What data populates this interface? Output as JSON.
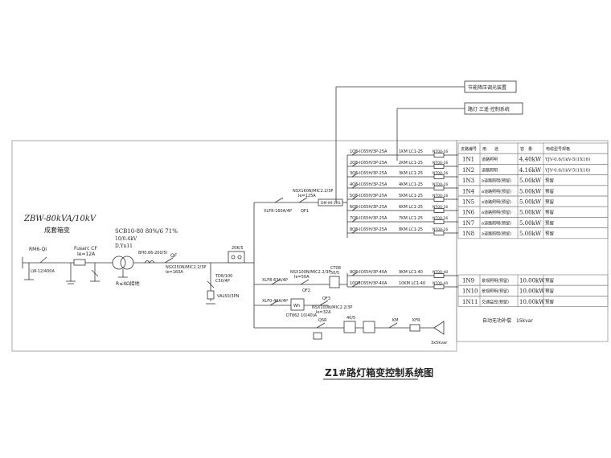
{
  "title": "Z1#路灯箱变控制系统图",
  "transformer": {
    "rating": "ZBW-80kVA/10kV",
    "note": "成套箱变",
    "rm": "RM6-QI",
    "fuse_label": "Fusarc CF",
    "fuse_ie": "Ie=12A",
    "lbs": "LW-12/400A",
    "model": "SCB10-80 80%/6 71%",
    "ratio": "10/0.4kV",
    "vector": "D,Yn11",
    "earth": "R≤4Ω接地",
    "ct_main": "BH0.66-200/5I",
    "qf_main": "QF",
    "breaker_main": "NSX250N/MIC2.2/3P",
    "breaker_main_ie": "Ie=160A",
    "meter": "20K/5",
    "td": "TD8/100",
    "td2": "C50/4P",
    "spd": "VAL50/3PN"
  },
  "feeders": {
    "xlf1": "XLF8-160A/4P",
    "qf1": "QF1",
    "nsx1": "NSX160N/MIC2.2/3P",
    "nsx1_ie": "Ie=125A",
    "dm": "DM-IM-3RS",
    "xlf2": "XLF8-63A/4P",
    "qf2": "QF2",
    "nsx2": "NSX100N/MIC2.2/3P",
    "nsx2_ie": "Ie=50A",
    "ct2": "CT08",
    "ct2b": "50/5",
    "xlf3": "XLF0-40A/4P",
    "qf3": "QF3",
    "nsx3": "NSX100N/MIC2.2/3P",
    "nsx3_ie": "Ie=32A",
    "wh": "Wh",
    "meter3": "DT862 10(40)A",
    "qsr": "QSR",
    "cap": "40/5",
    "km": "KM",
    "kfr": "KFR",
    "compens": "3x5kvar"
  },
  "top_boxes": {
    "saver": "节能降压调光装置",
    "remote": "路灯·三遥·控制系统"
  },
  "circuits": [
    {
      "breaker": "1QF",
      "model": "IC65H/3P-25A",
      "contactor": "1KM LC1-25",
      "terminal": "NT00-16"
    },
    {
      "breaker": "2QF",
      "model": "IC65H/3P-25A",
      "contactor": "2KM LC1-25",
      "terminal": "NT00-16"
    },
    {
      "breaker": "3QF",
      "model": "IC65H/3P-25A",
      "contactor": "3KM LC1-25",
      "terminal": "NT00-16"
    },
    {
      "breaker": "4QF",
      "model": "IC65H/3P-25A",
      "contactor": "4KM LC1-25",
      "terminal": "NT00-16"
    },
    {
      "breaker": "5QF",
      "model": "IC65H/3P-25A",
      "contactor": "5KM LC1-25",
      "terminal": "NT00-16"
    },
    {
      "breaker": "6QF",
      "model": "IC65H/3P-25A",
      "contactor": "6KM LC1-25",
      "terminal": "NT00-16"
    },
    {
      "breaker": "7QF",
      "model": "IC65H/3P-25A",
      "contactor": "7KM LC1-25",
      "terminal": "NT00-16"
    },
    {
      "breaker": "8QF",
      "model": "IC65H/3P-25A",
      "contactor": "8KM LC1-25",
      "terminal": "NT00-16"
    },
    {
      "breaker": "9QF",
      "model": "IC65H/3P-40A",
      "contactor": "9KM LC1-40",
      "terminal": "NT00-40"
    },
    {
      "breaker": "10QF",
      "model": "IC65H/3P-40A",
      "contactor": "10KM LC1-40",
      "terminal": "NT00-40"
    }
  ],
  "table": {
    "headers": [
      "支路编号",
      "用　　途",
      "容　量",
      "电缆型号规格"
    ],
    "rows": [
      {
        "id": "1N1",
        "use": "道路照明",
        "cap": "4.40kW",
        "cable": "YJV-0.6/1kV-5(1X16)"
      },
      {
        "id": "1N2",
        "use": "道路照明",
        "cap": "4.16kW",
        "cable": "YJV-0.6/1kV-5(1X16)"
      },
      {
        "id": "1N3",
        "use": "a道路照明(预留)",
        "cap": "5.00kW",
        "cable": "预留"
      },
      {
        "id": "1N4",
        "use": "a道路照明(预留)",
        "cap": "5.00kW",
        "cable": "预留"
      },
      {
        "id": "1N5",
        "use": "a道路照明(预留)",
        "cap": "5.00kW",
        "cable": "预留"
      },
      {
        "id": "1N6",
        "use": "a道路照明(预留)",
        "cap": "5.00kW",
        "cable": "预留"
      },
      {
        "id": "1N7",
        "use": "a道路照明(预留)",
        "cap": "5.00kW",
        "cable": "预留"
      },
      {
        "id": "1N8",
        "use": "a道路照明(预留)",
        "cap": "5.00kW",
        "cable": "预留"
      }
    ],
    "rows2": [
      {
        "id": "1N9",
        "use": "景观照明(预留)",
        "cap": "10.00kW",
        "cable": "预留"
      },
      {
        "id": "1N10",
        "use": "景观照明(预留)",
        "cap": "10.00kW",
        "cable": "预留"
      },
      {
        "id": "1N11",
        "use": "交通监控(预留)",
        "cap": "10.00kW",
        "cable": "预留"
      }
    ],
    "compensation": "自动无功补偿　15kvar"
  }
}
